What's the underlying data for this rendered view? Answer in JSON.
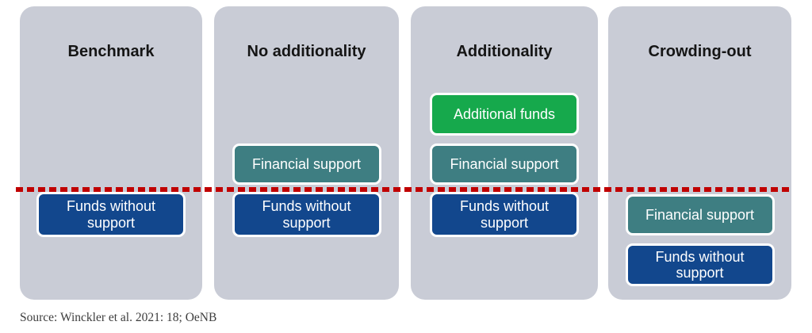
{
  "figure": {
    "source_note": "Source: Winckler et al. 2021: 18; OeNB",
    "colors": {
      "panel_bg": "#c9ccd6",
      "green": "#16a94c",
      "teal": "#3e7e82",
      "blue": "#12478d",
      "red_line": "#c00000"
    },
    "panels": [
      {
        "title": "Benchmark",
        "boxes": [
          {
            "label": "Funds without support",
            "type": "blue"
          }
        ]
      },
      {
        "title": "No additionality",
        "boxes": [
          {
            "label": "Financial support",
            "type": "teal"
          },
          {
            "label": "Funds without support",
            "type": "blue"
          }
        ]
      },
      {
        "title": "Additionality",
        "boxes": [
          {
            "label": "Additional funds",
            "type": "green"
          },
          {
            "label": "Financial support",
            "type": "teal"
          },
          {
            "label": "Funds without support",
            "type": "blue"
          }
        ]
      },
      {
        "title": "Crowding-out",
        "boxes": [
          {
            "label": "Financial support",
            "type": "teal"
          },
          {
            "label": "Funds without support",
            "type": "blue"
          }
        ]
      }
    ]
  }
}
